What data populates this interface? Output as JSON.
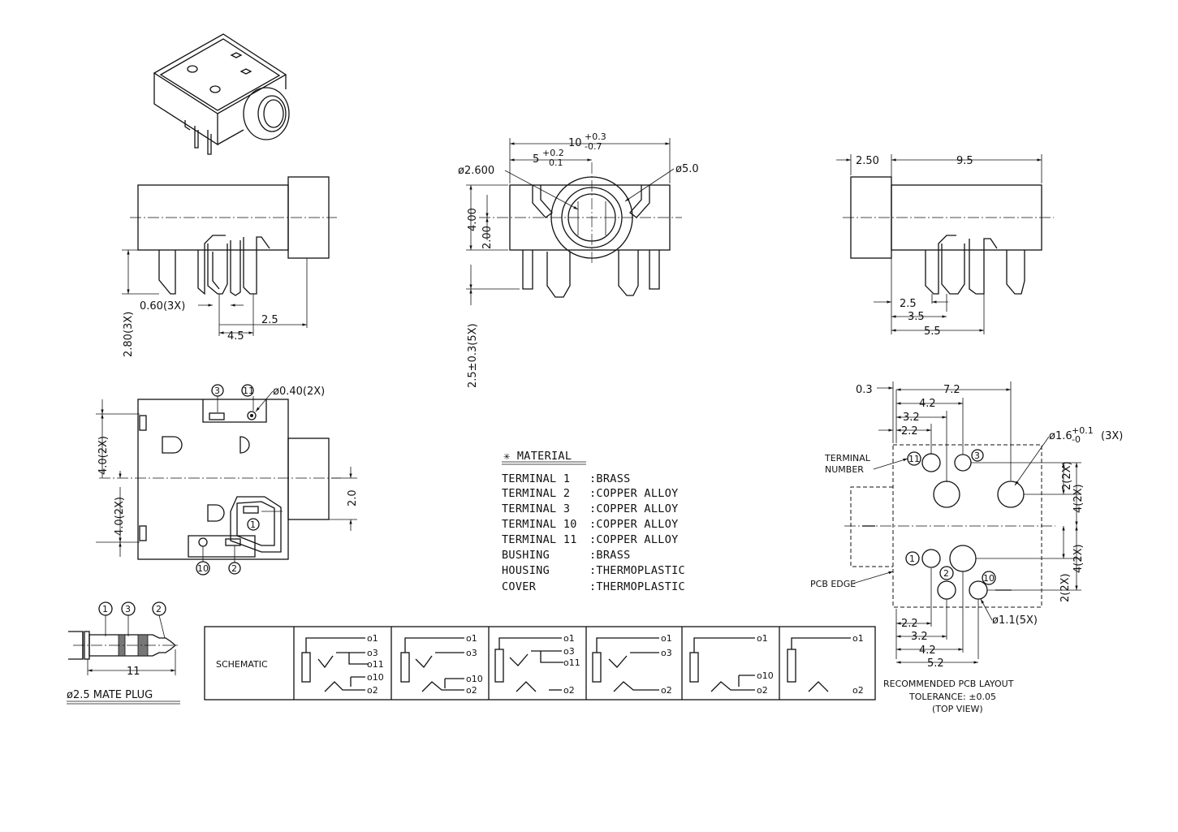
{
  "side_view_left": {
    "dim_pin_width": "0.60(3X)",
    "dim_pin_length": "2.80(3X)",
    "dim_2_5": "2.5",
    "dim_4_5": "4.5"
  },
  "front_view": {
    "dim_width": "10",
    "dim_width_tol_plus": "+0.3",
    "dim_width_tol_minus": "-0.7",
    "dim_half": "5",
    "dim_half_tol_plus": "+0.2",
    "dim_half_tol_minus": "0.1",
    "dim_bore": "ø2.600",
    "dim_outer": "ø5.0",
    "dim_height": "4.00",
    "dim_center": "2.00",
    "dim_pin_len": "2.5±0.3(5X)"
  },
  "side_view_right": {
    "dim_2_50": "2.50",
    "dim_9_5": "9.5",
    "dim_2_5": "2.5",
    "dim_3_5": "3.5",
    "dim_5_5": "5.5"
  },
  "top_view": {
    "terminal_3": "3",
    "terminal_11": "11",
    "terminal_1": "1",
    "terminal_10": "10",
    "terminal_2": "2",
    "dim_hole": "ø0.40(2X)",
    "dim_4_0_top": "4.0(2X)",
    "dim_4_0_bottom": "4.0(2X)",
    "dim_2_0": "2.0"
  },
  "material": {
    "title": "✳ MATERIAL",
    "rows": [
      {
        "part": "TERMINAL  1 ",
        "value": ":BRASS"
      },
      {
        "part": "TERMINAL  2 ",
        "value": ":COPPER  ALLOY"
      },
      {
        "part": "TERMINAL  3 ",
        "value": ":COPPER  ALLOY"
      },
      {
        "part": "TERMINAL 10",
        "value": ":COPPER  ALLOY"
      },
      {
        "part": "TERMINAL 11",
        "value": ":COPPER  ALLOY"
      },
      {
        "part": "BUSHING     ",
        "value": ":BRASS"
      },
      {
        "part": "HOUSING     ",
        "value": ":THERMOPLASTIC"
      },
      {
        "part": "COVER       ",
        "value": ":THERMOPLASTIC"
      }
    ]
  },
  "plug": {
    "label": "ø2.5 MATE PLUG",
    "dim_length": "11",
    "c1": "1",
    "c3": "3",
    "c2": "2"
  },
  "schematic": {
    "label": "SCHEMATIC",
    "cells": [
      [
        "o1",
        "o3",
        "o11",
        "o10",
        "o2"
      ],
      [
        "o1",
        "o3",
        "o10",
        "o2"
      ],
      [
        "o1",
        "o3",
        "o11",
        "o2"
      ],
      [
        "o1",
        "o3",
        "o2"
      ],
      [
        "o1",
        "o10",
        "o2"
      ],
      [
        "o1",
        "o2"
      ]
    ]
  },
  "pcb": {
    "dim_0_3": "0.3",
    "dim_7_2": "7.2",
    "dim_4_2": "4.2",
    "dim_3_2": "3.2",
    "dim_2_2": "2.2",
    "dim_hole_big": "ø1.6",
    "dim_hole_big_tol_plus": "+0.1",
    "dim_hole_big_tol_minus": "-0",
    "dim_hole_big_count": "(3X)",
    "terminal_number": "TERMINAL",
    "terminal_number_2": "NUMBER",
    "pcb_edge": "PCB EDGE",
    "dim_2_2x_a": "2(2X)",
    "dim_4_2x_a": "4(2X)",
    "dim_4_2x_b": "4(2X)",
    "dim_2_2x_b": "2(2X)",
    "dim_hole_small": "ø1.1(5X)",
    "dim_b_2_2": "2.2",
    "dim_b_3_2": "3.2",
    "dim_b_4_2": "4.2",
    "dim_b_5_2": "5.2",
    "t11": "11",
    "t3": "3",
    "t1": "1",
    "t2": "2",
    "t10": "10",
    "caption_1": "RECOMMENDED PCB LAYOUT",
    "caption_2": "TOLERANCE: ±0.05",
    "caption_3": "(TOP VIEW)"
  }
}
